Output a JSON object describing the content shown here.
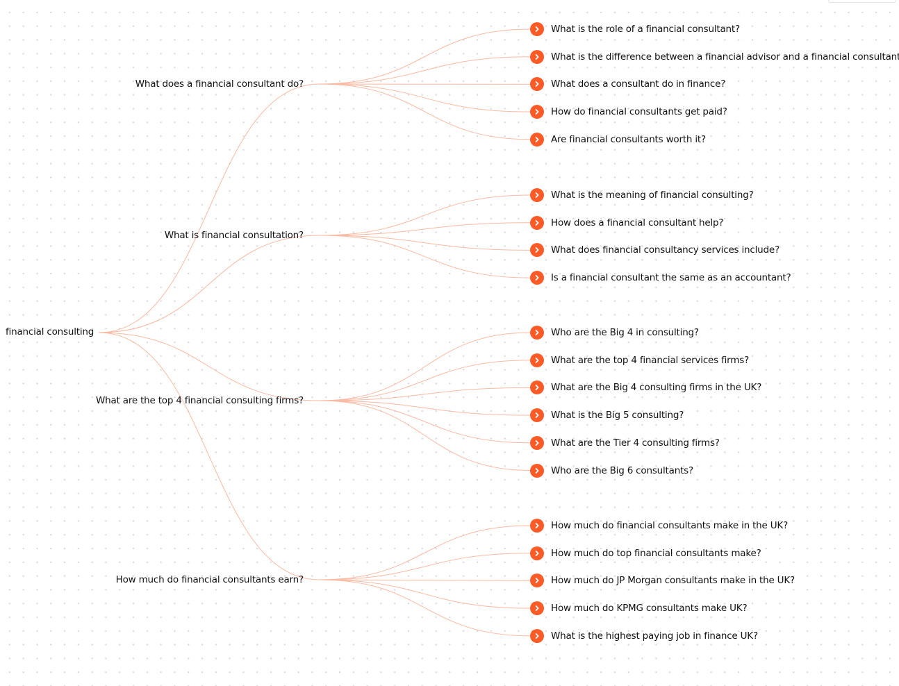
{
  "colors": {
    "accent": "#fc5b27",
    "edge": "#f9b9a3",
    "text": "#111111"
  },
  "icons": {
    "leaf_button": "chevron-right-icon"
  },
  "tree": {
    "root": "financial consulting",
    "branches": [
      {
        "label": "What does a financial consultant do?",
        "children": [
          "What is the role of a financial consultant?",
          "What is the difference between a financial advisor and a financial consultant?",
          "What does a consultant do in finance?",
          "How do financial consultants get paid?",
          "Are financial consultants worth it?"
        ]
      },
      {
        "label": "What is financial consultation?",
        "children": [
          "What is the meaning of financial consulting?",
          "How does a financial consultant help?",
          "What does financial consultancy services include?",
          "Is a financial consultant the same as an accountant?"
        ]
      },
      {
        "label": "What are the top 4 financial consulting firms?",
        "children": [
          "Who are the Big 4 in consulting?",
          "What are the top 4 financial services firms?",
          "What are the Big 4 consulting firms in the UK?",
          "What is the Big 5 consulting?",
          "What are the Tier 4 consulting firms?",
          "Who are the Big 6 consultants?"
        ]
      },
      {
        "label": "How much do financial consultants earn?",
        "children": [
          "How much do financial consultants make in the UK?",
          "How much do top financial consultants make?",
          "How much do JP Morgan consultants make in the UK?",
          "How much do KPMG consultants make UK?",
          "What is the highest paying job in finance UK?"
        ]
      }
    ]
  }
}
